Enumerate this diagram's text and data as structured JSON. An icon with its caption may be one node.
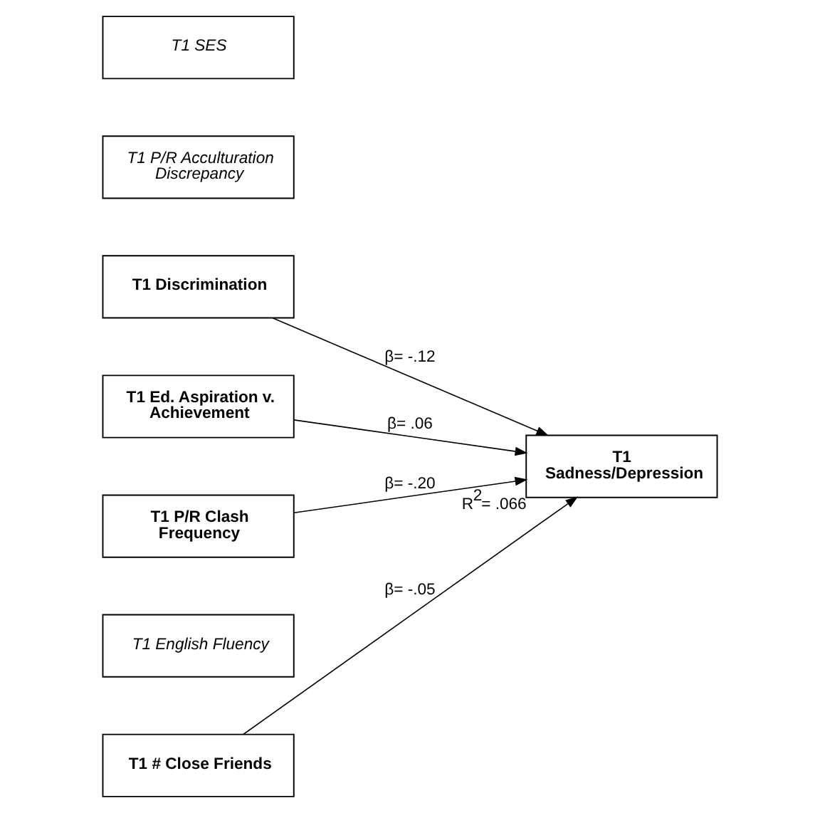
{
  "diagram": {
    "nodes": [
      {
        "text": [
          "T1 SES"
        ]
      },
      {
        "text": [
          "T1 P/R Acculturation Discrepancy"
        ]
      },
      {
        "text": [
          "T1 Discrimination"
        ]
      },
      {
        "text": [
          "T1 Ed. Aspiration v. Achievement"
        ]
      },
      {
        "text": [
          "T1 P/R Clash Frequency"
        ]
      },
      {
        "text": [
          "T1 English Fluency"
        ]
      },
      {
        "text": [
          "T1 # Close Friends"
        ]
      },
      {
        "text": [
          "T1 Sadness/Depression"
        ],
        "beside": [
          "R$^{2}$= .066"
        ]
      }
    ],
    "edges": [
      {
        "from": 2,
        "to": 7,
        "arrow": "to",
        "label": "β= -.12"
      },
      {
        "from": 3,
        "to": 7,
        "arrow": "to",
        "label": "β= .06"
      },
      {
        "from": 4,
        "to": 7,
        "arrow": "to",
        "label": "β= -.20"
      },
      {
        "from": 6,
        "to": 7,
        "arrow": "to",
        "label": "β= -.05"
      }
    ]
  }
}
